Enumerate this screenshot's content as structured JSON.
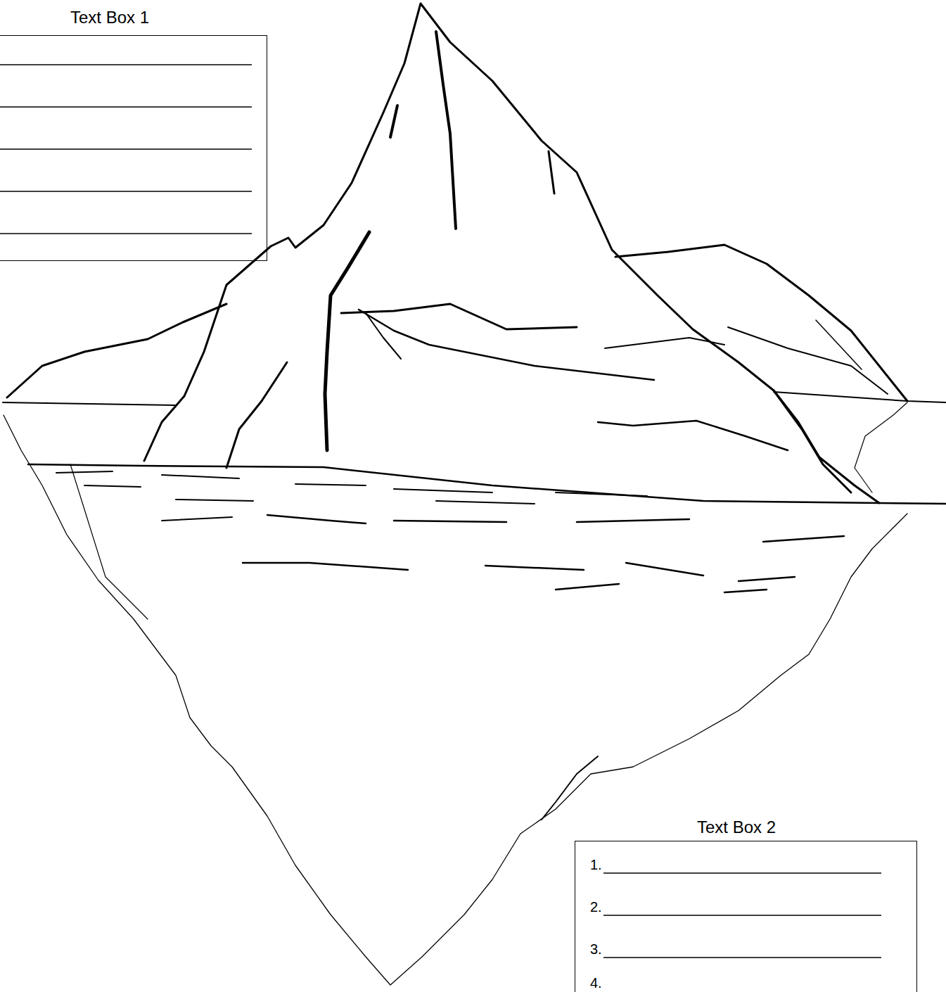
{
  "diagram": {
    "nodes": [
      {
        "text": [
          "Text Box 1"
        ]
      },
      {
        "text": [
          "Text Box 2",
          "1.",
          "2.",
          "3.",
          "4."
        ]
      }
    ]
  }
}
